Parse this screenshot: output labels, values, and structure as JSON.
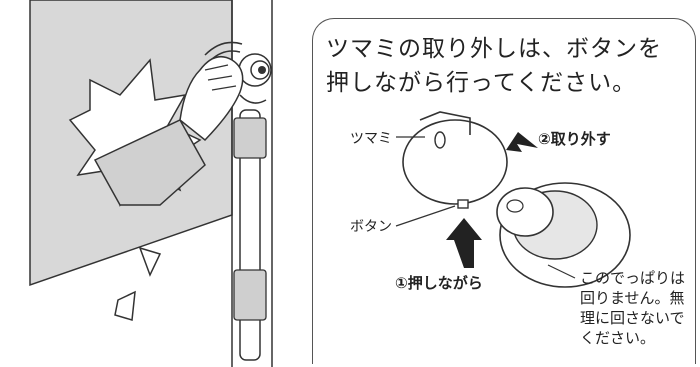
{
  "instruction": {
    "line1": "ツマミの取り外しは、ボタンを",
    "line2": "押しながら行ってください。"
  },
  "labels": {
    "knob": "ツマミ",
    "button": "ボタン",
    "remove": "②取り外す",
    "press": "①押しながら"
  },
  "note": {
    "line1": "このでっぱりは",
    "line2": "回りません。無",
    "line3": "理に回さないで",
    "line4": "ください。"
  },
  "colors": {
    "stroke": "#222222",
    "shade": "#cfcfcf",
    "panel": "#d9d9d9"
  }
}
